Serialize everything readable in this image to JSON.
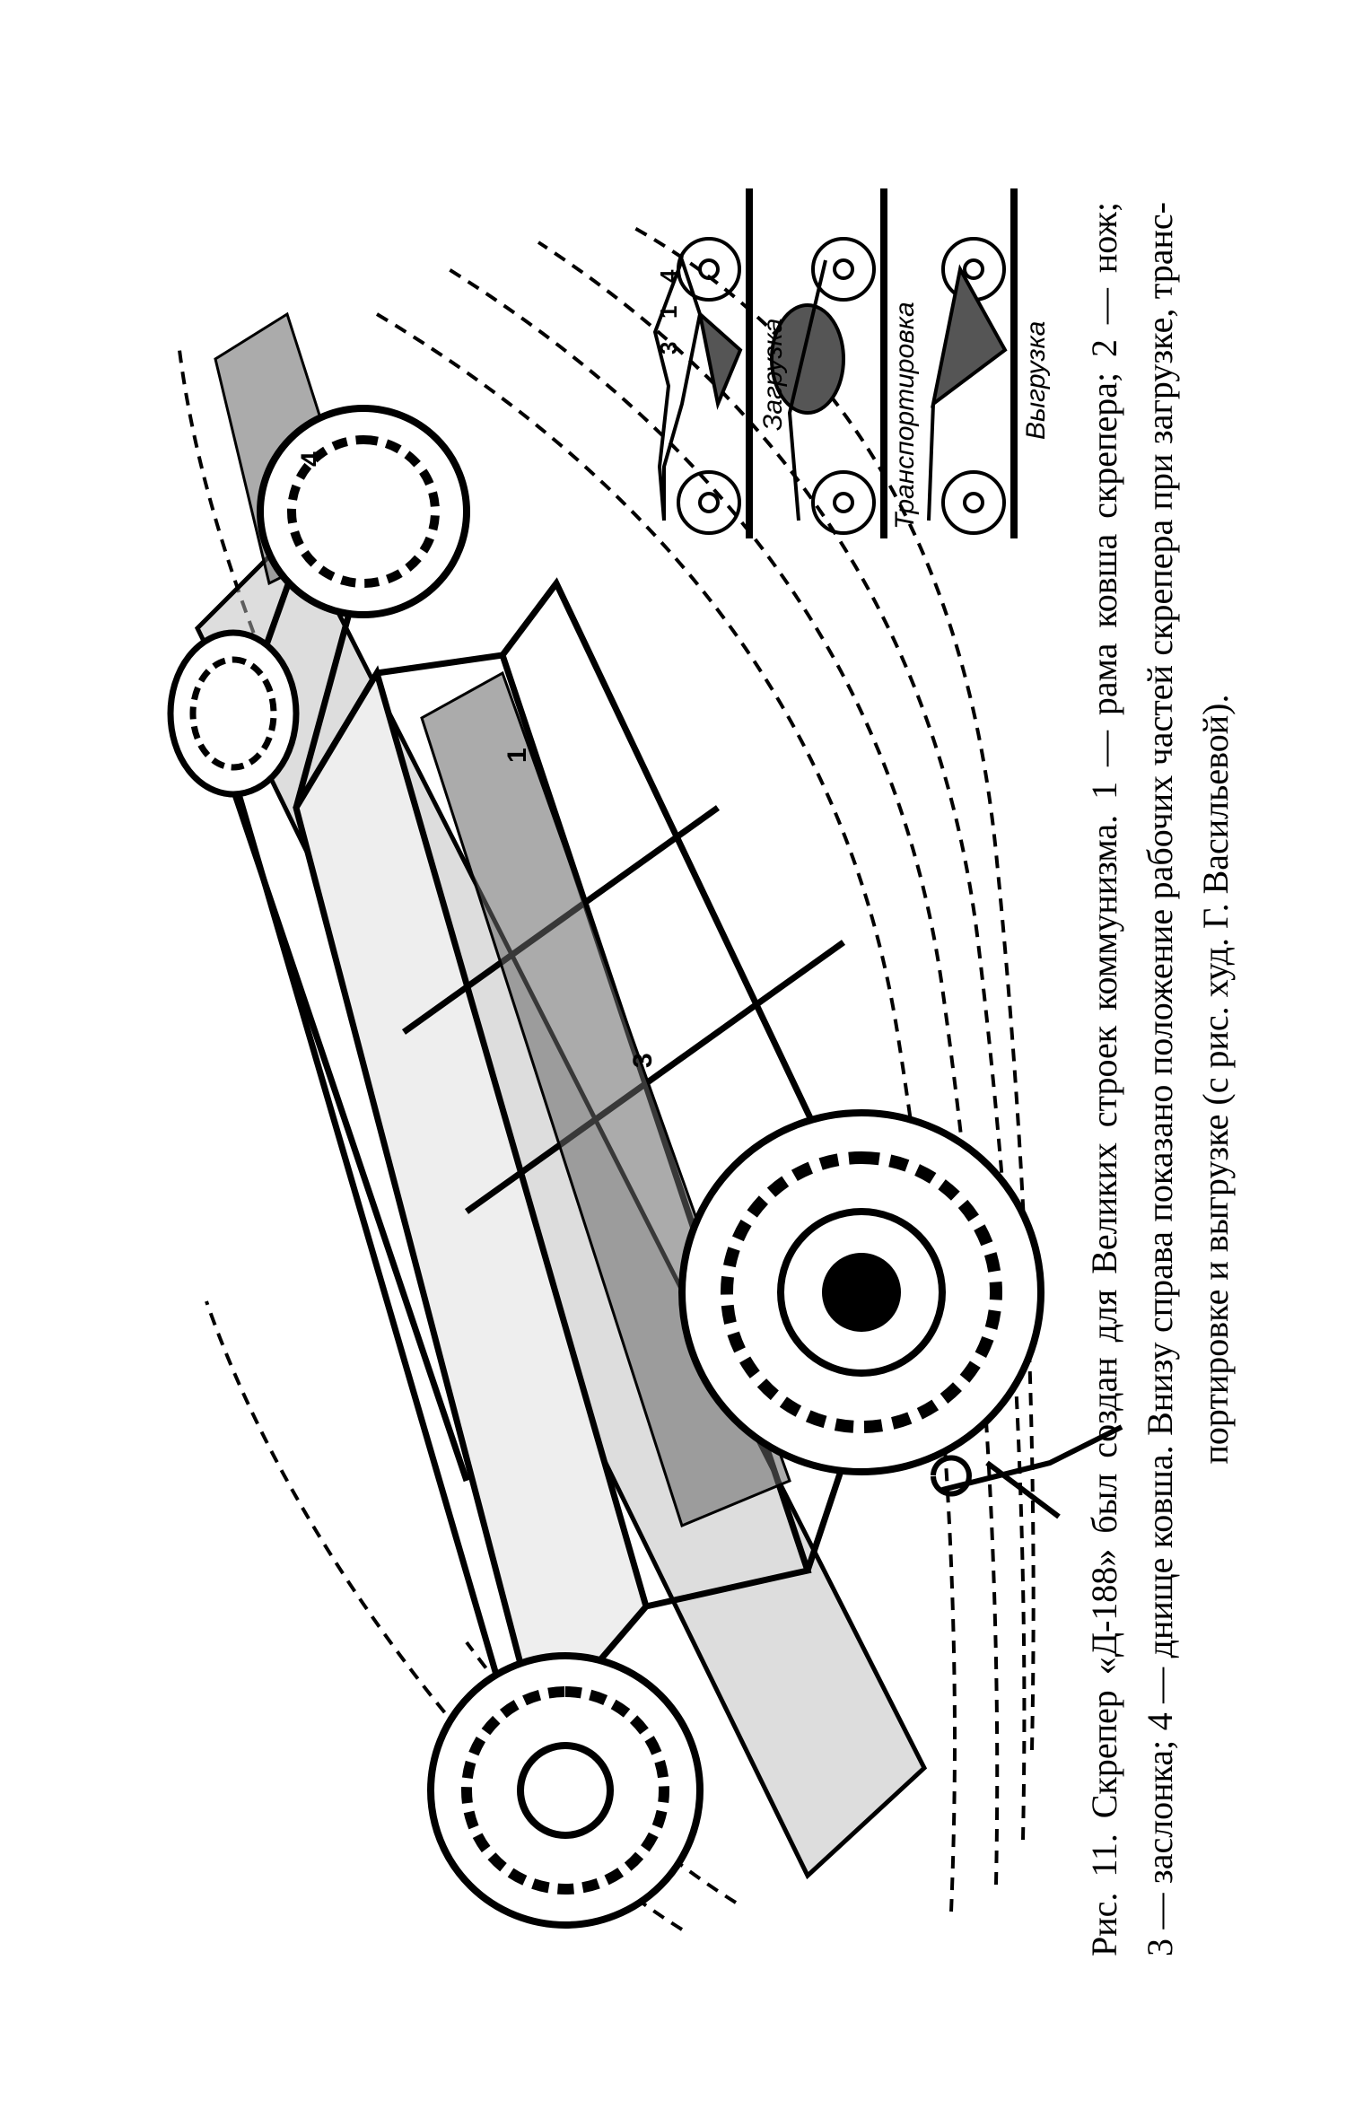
{
  "figure": {
    "part_numbers": [
      "1",
      "3",
      "4"
    ],
    "inset": {
      "part_numbers": [
        "3",
        "1",
        "4"
      ],
      "stages": [
        "Загрузка",
        "Транспортировка",
        "Выгрузка"
      ]
    }
  },
  "caption": {
    "lines": [
      "Рис. 11. Скрепер «Д-188» был создан для Великих строек коммунизма. 1 — рама ковша скрепера; 2 — нож;",
      "3 — заслонка; 4 — днище ковша. Внизу справа показано положение рабочих частей скрепера при загрузке, транс-",
      "портировке и выгрузке (с рис. худ. Г. Васильевой)."
    ]
  }
}
